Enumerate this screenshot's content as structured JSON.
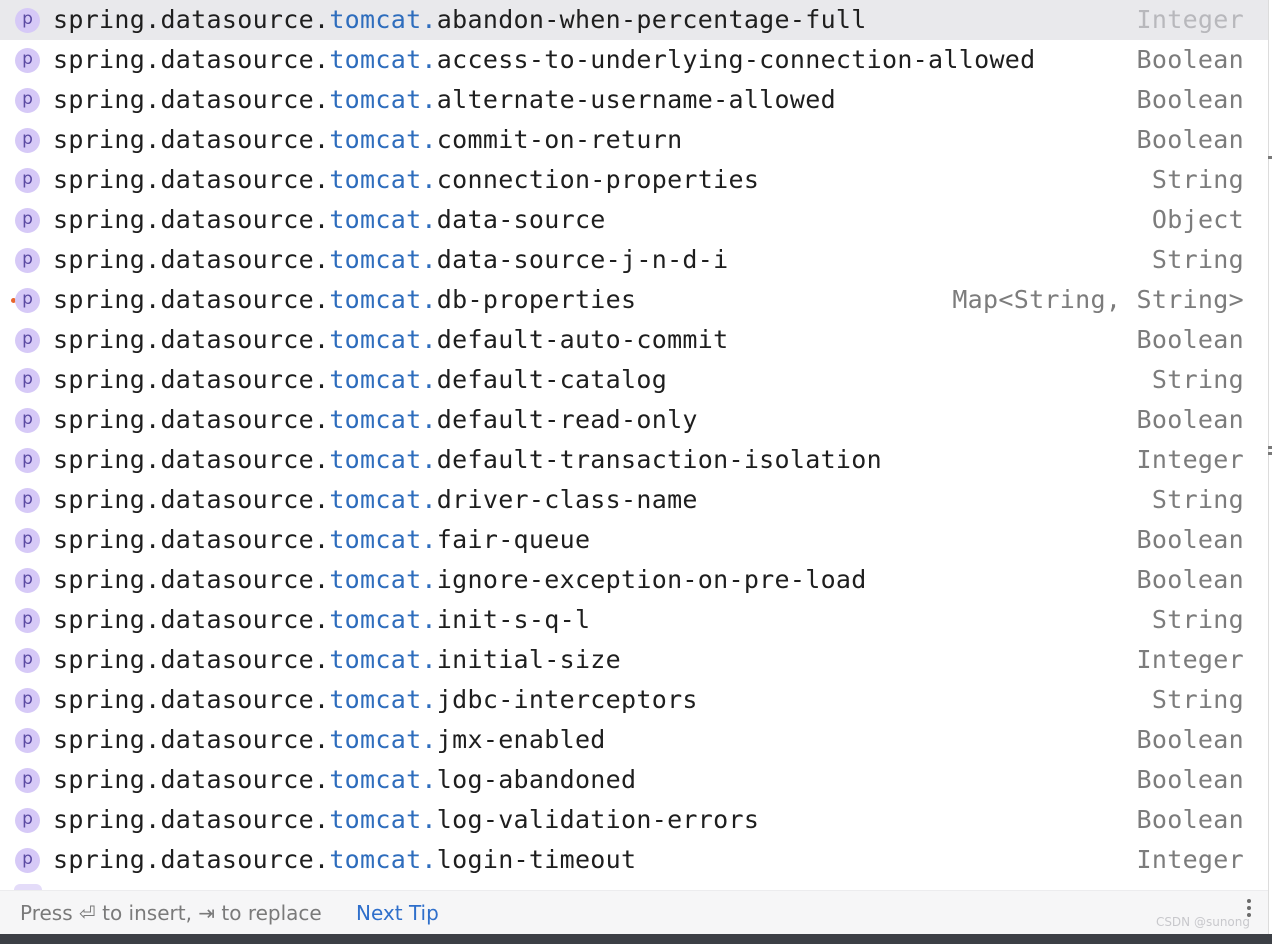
{
  "completion": {
    "prefix": "spring.datasource.",
    "namespace": "tomcat.",
    "badge_letter": "p",
    "items": [
      {
        "name": "abandon-when-percentage-full",
        "type": "Integer",
        "selected": true,
        "marker": false
      },
      {
        "name": "access-to-underlying-connection-allowed",
        "type": "Boolean",
        "selected": false,
        "marker": false
      },
      {
        "name": "alternate-username-allowed",
        "type": "Boolean",
        "selected": false,
        "marker": false
      },
      {
        "name": "commit-on-return",
        "type": "Boolean",
        "selected": false,
        "marker": false
      },
      {
        "name": "connection-properties",
        "type": "String",
        "selected": false,
        "marker": false
      },
      {
        "name": "data-source",
        "type": "Object",
        "selected": false,
        "marker": false
      },
      {
        "name": "data-source-j-n-d-i",
        "type": "String",
        "selected": false,
        "marker": false
      },
      {
        "name": "db-properties",
        "type": "Map<String, String>",
        "selected": false,
        "marker": true
      },
      {
        "name": "default-auto-commit",
        "type": "Boolean",
        "selected": false,
        "marker": false
      },
      {
        "name": "default-catalog",
        "type": "String",
        "selected": false,
        "marker": false
      },
      {
        "name": "default-read-only",
        "type": "Boolean",
        "selected": false,
        "marker": false
      },
      {
        "name": "default-transaction-isolation",
        "type": "Integer",
        "selected": false,
        "marker": false
      },
      {
        "name": "driver-class-name",
        "type": "String",
        "selected": false,
        "marker": false
      },
      {
        "name": "fair-queue",
        "type": "Boolean",
        "selected": false,
        "marker": false
      },
      {
        "name": "ignore-exception-on-pre-load",
        "type": "Boolean",
        "selected": false,
        "marker": false
      },
      {
        "name": "init-s-q-l",
        "type": "String",
        "selected": false,
        "marker": false
      },
      {
        "name": "initial-size",
        "type": "Integer",
        "selected": false,
        "marker": false
      },
      {
        "name": "jdbc-interceptors",
        "type": "String",
        "selected": false,
        "marker": false
      },
      {
        "name": "jmx-enabled",
        "type": "Boolean",
        "selected": false,
        "marker": false
      },
      {
        "name": "log-abandoned",
        "type": "Boolean",
        "selected": false,
        "marker": false
      },
      {
        "name": "log-validation-errors",
        "type": "Boolean",
        "selected": false,
        "marker": false
      },
      {
        "name": "login-timeout",
        "type": "Integer",
        "selected": false,
        "marker": false
      }
    ]
  },
  "footer": {
    "hint": "Press ⏎ to insert, ⇥ to replace",
    "next_tip": "Next Tip",
    "watermark": "CSDN @sunong"
  },
  "colors": {
    "namespace": "#2e6dbd",
    "badge_bg": "#d6c9f7",
    "selected_row": "#e9e9ec",
    "link": "#2f6fcb",
    "marker": "#e8652d"
  },
  "icons": {
    "property": "property-icon",
    "marker": "modified-marker-icon",
    "more": "more-vertical-icon"
  }
}
